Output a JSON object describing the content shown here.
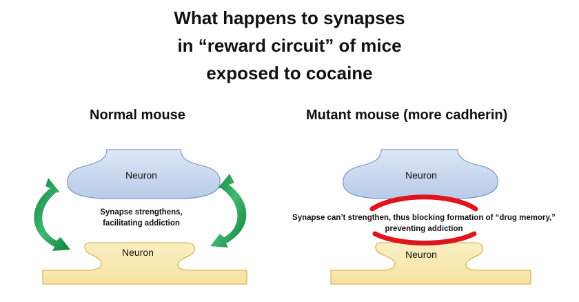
{
  "title_lines": [
    "What happens to synapses",
    "in “reward circuit” of mice",
    "exposed to cocaine"
  ],
  "panels": {
    "normal": {
      "title": "Normal mouse",
      "top_neuron": "Neuron",
      "bottom_neuron": "Neuron",
      "caption_lines": [
        "Synapse strengthens,",
        "facilitating addiction"
      ]
    },
    "mutant": {
      "title": "Mutant mouse (more cadherin)",
      "top_neuron": "Neuron",
      "bottom_neuron": "Neuron",
      "caption_lines": [
        "Synapse can’t strengthen, thus blocking formation of “drug memory,”",
        "preventing addiction"
      ]
    }
  },
  "colors": {
    "neuron_top_fill": "#c9d8ef",
    "neuron_top_stroke": "#7f9cc8",
    "neuron_bottom_fill": "#faeab4",
    "neuron_bottom_stroke": "#d9b85c",
    "arrow_green": "#1f9a55",
    "block_red": "#e0141c"
  }
}
